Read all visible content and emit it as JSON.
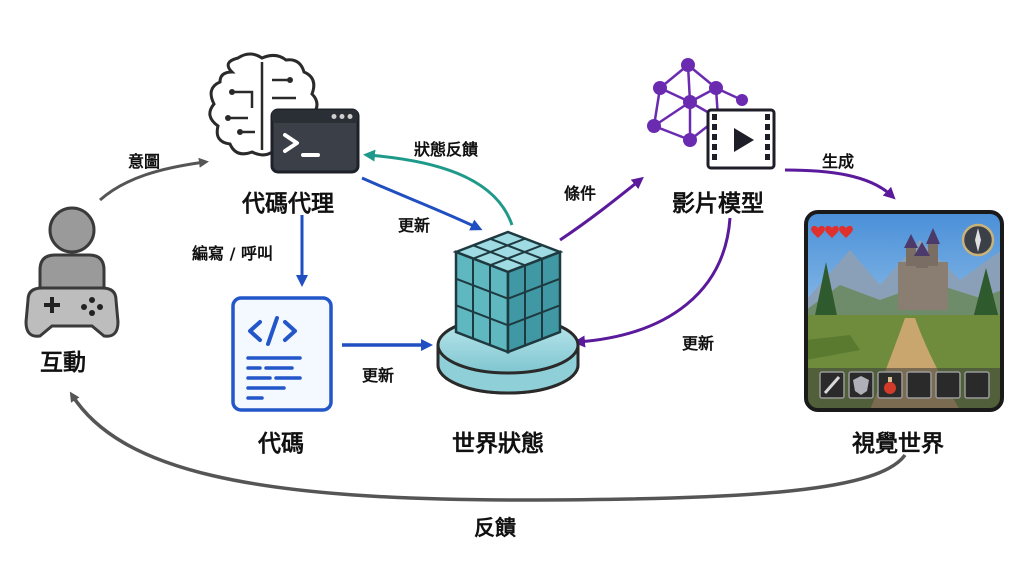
{
  "nodes": {
    "interaction": "互動",
    "code_agent": "代碼代理",
    "code": "代碼",
    "world_state": "世界狀態",
    "video_model": "影片模型",
    "visual_world": "視覺世界"
  },
  "edges": {
    "intent": "意圖",
    "state_feedback": "狀態反饋",
    "update_agent_to_state": "更新",
    "write_call": "編寫 / 呼叫",
    "update_code_to_state": "更新",
    "condition": "條件",
    "generate": "生成",
    "update_video_to_state": "更新",
    "feedback": "反饋"
  },
  "icons": {
    "person": "user-gamepad-icon",
    "agent": "brain-terminal-icon",
    "code": "code-document-icon",
    "state": "cube-platform-icon",
    "video": "neural-network-video-icon",
    "game": "game-scene-thumbnail"
  },
  "colors": {
    "gray_arrow": "#555555",
    "blue_arrow": "#1f4fc0",
    "teal_arrow": "#1f9a8a",
    "purple_arrow": "#5b1a9c",
    "code_blue": "#2356c8",
    "cube_teal": "#5fb7c0",
    "node_purple": "#6b2bb0"
  }
}
